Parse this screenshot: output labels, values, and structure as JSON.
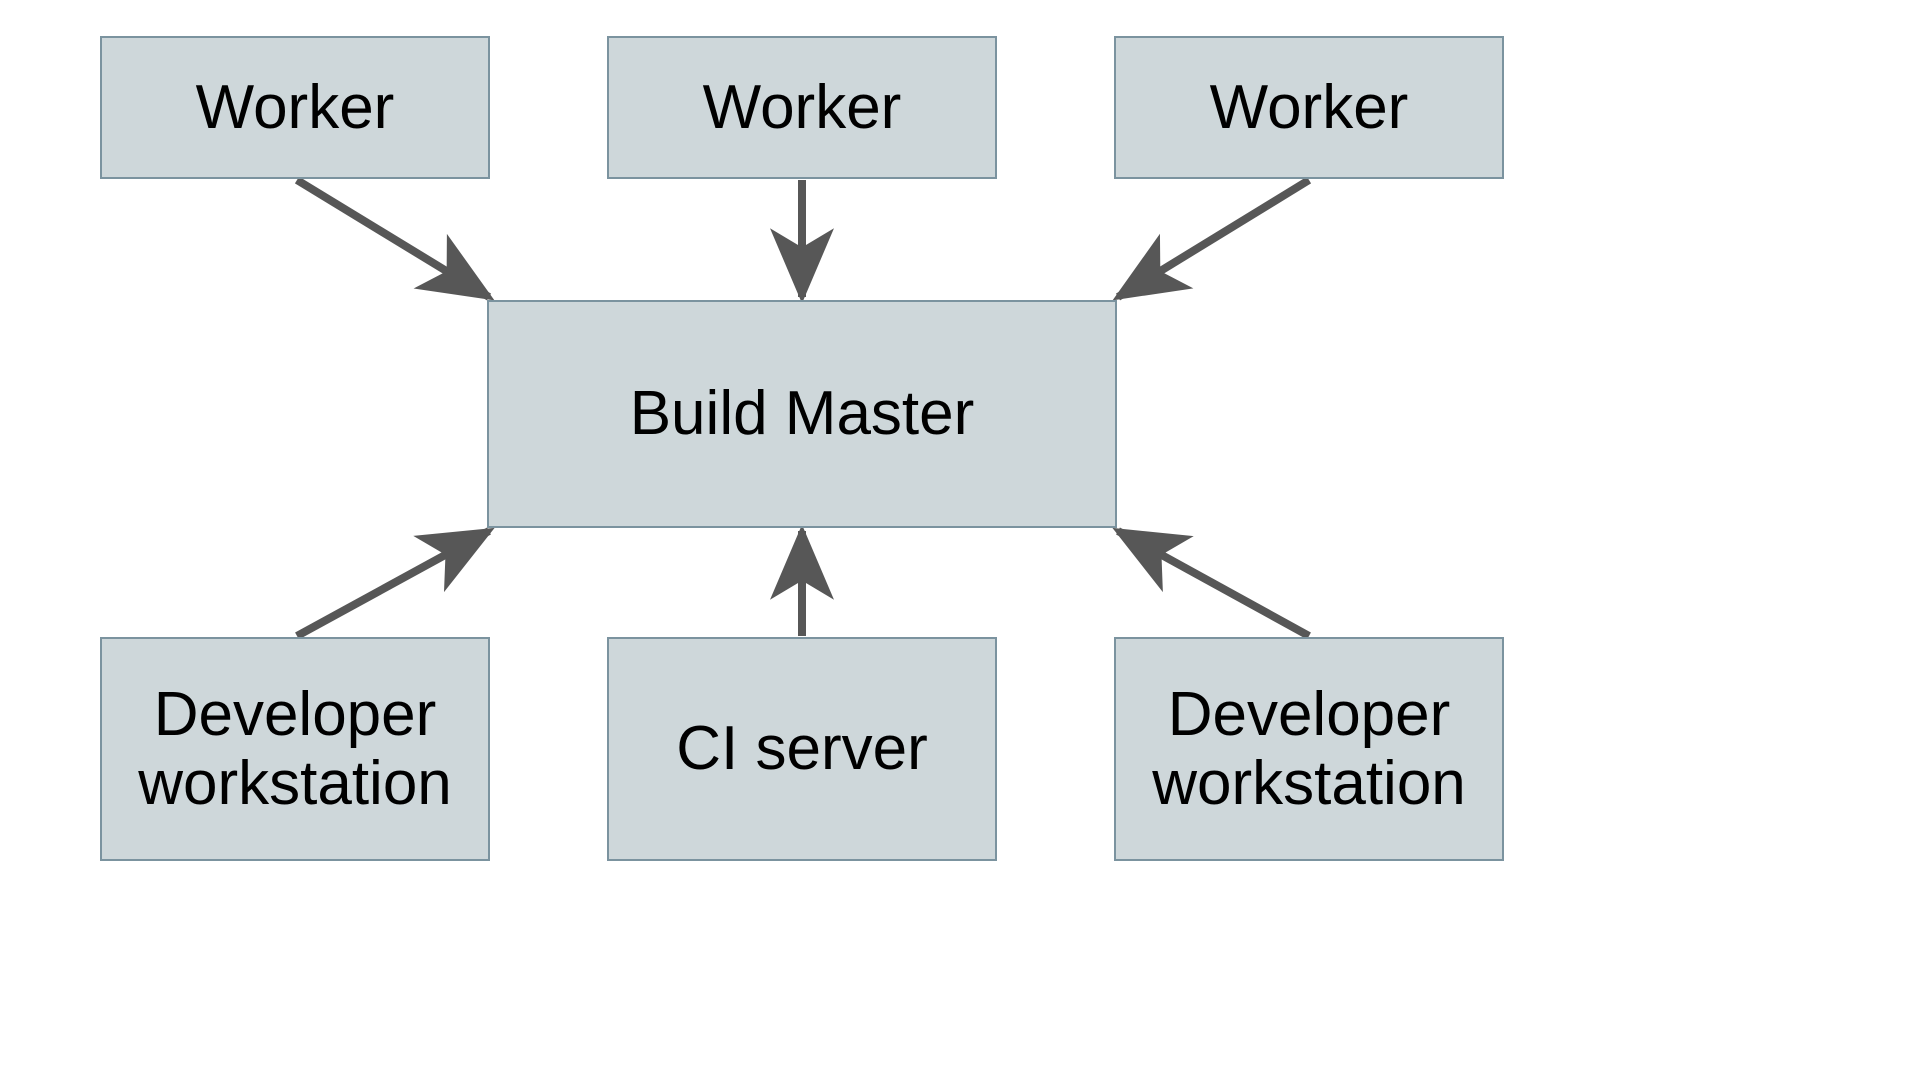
{
  "diagram": {
    "type": "node-edge-diagram",
    "title": "",
    "background_color": "#ffffff",
    "node_fill_color": "#ced7da",
    "node_border_color": "#7b939f",
    "edge_color": "#575757",
    "text_color": "#000000",
    "nodes": [
      {
        "id": "worker-1",
        "label": "Worker",
        "row": "top",
        "column": 1
      },
      {
        "id": "worker-2",
        "label": "Worker",
        "row": "top",
        "column": 2
      },
      {
        "id": "worker-3",
        "label": "Worker",
        "row": "top",
        "column": 3
      },
      {
        "id": "build-master",
        "label": "Build Master",
        "row": "middle",
        "column": 2
      },
      {
        "id": "dev-workstation-1",
        "label": "Developer\nworkstation",
        "row": "bottom",
        "column": 1
      },
      {
        "id": "ci-server",
        "label": "CI server",
        "row": "bottom",
        "column": 2
      },
      {
        "id": "dev-workstation-2",
        "label": "Developer\nworkstation",
        "row": "bottom",
        "column": 3
      }
    ],
    "edges": [
      {
        "id": "edge-worker1-to-master",
        "from": "worker-1",
        "to": "build-master",
        "direction": "one-way",
        "arrowhead": "end"
      },
      {
        "id": "edge-worker2-to-master",
        "from": "worker-2",
        "to": "build-master",
        "direction": "one-way",
        "arrowhead": "end"
      },
      {
        "id": "edge-worker3-to-master",
        "from": "worker-3",
        "to": "build-master",
        "direction": "one-way",
        "arrowhead": "end"
      },
      {
        "id": "edge-dev1-to-master",
        "from": "dev-workstation-1",
        "to": "build-master",
        "direction": "one-way",
        "arrowhead": "end"
      },
      {
        "id": "edge-ci-to-master",
        "from": "ci-server",
        "to": "build-master",
        "direction": "one-way",
        "arrowhead": "end"
      },
      {
        "id": "edge-dev2-to-master",
        "from": "dev-workstation-2",
        "to": "build-master",
        "direction": "one-way",
        "arrowhead": "end"
      }
    ]
  }
}
